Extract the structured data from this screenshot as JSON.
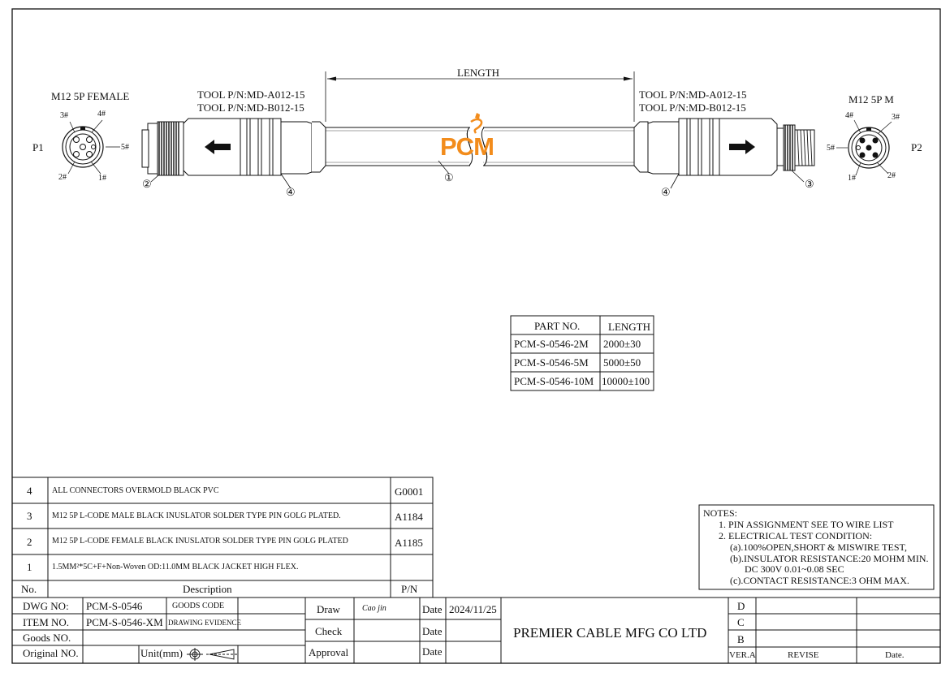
{
  "drawing": {
    "length_label": "LENGTH",
    "left_connector": {
      "name": "M12 5P FEMALE",
      "plug_label": "P1",
      "pins": [
        "3#",
        "4#",
        "5#",
        "2#",
        "1#"
      ],
      "tool_lines": [
        "TOOL P/N:MD-A012-15",
        "TOOL P/N:MD-B012-15"
      ],
      "callouts": [
        "②",
        "④"
      ]
    },
    "right_connector": {
      "name": "M12 5P M",
      "plug_label": "P2",
      "pins": [
        "4#",
        "3#",
        "5#",
        "1#",
        "2#"
      ],
      "tool_lines": [
        "TOOL P/N:MD-A012-15",
        "TOOL P/N:MD-B012-15"
      ],
      "callouts": [
        "④",
        "③"
      ]
    },
    "cable_callout": "①",
    "logo_text": "PCM",
    "logo_color": "#f28c1c"
  },
  "length_table": {
    "headers": [
      "PART NO.",
      "LENGTH"
    ],
    "rows": [
      [
        "PCM-S-0546-2M",
        "2000±30"
      ],
      [
        "PCM-S-0546-5M",
        "5000±50"
      ],
      [
        "PCM-S-0546-10M",
        "10000±100"
      ]
    ]
  },
  "bom": {
    "rows": [
      {
        "no": "4",
        "desc": "ALL CONNECTORS OVERMOLD BLACK PVC",
        "pn": "G0001"
      },
      {
        "no": "3",
        "desc": "M12 5P L-CODE MALE BLACK INUSLATOR SOLDER TYPE PIN GOLG PLATED.",
        "pn": "A1184"
      },
      {
        "no": "2",
        "desc": "M12 5P L-CODE FEMALE BLACK INUSLATOR SOLDER TYPE PIN GOLG  PLATED",
        "pn": "A1185"
      },
      {
        "no": "1",
        "desc": "1.5MM²*5C+F+Non-Woven OD:11.0MM BLACK JACKET HIGH FLEX.",
        "pn": ""
      }
    ],
    "header": {
      "no": "No.",
      "desc": "Description",
      "pn": "P/N"
    }
  },
  "notes": {
    "title": "NOTES:",
    "lines": [
      "1.  PIN ASSIGNMENT SEE TO WIRE LIST",
      "2.  ELECTRICAL TEST CONDITION:",
      "(a).100%OPEN,SHORT & MISWIRE TEST,",
      "(b).INSULATOR RESISTANCE:20 MOHM MIN.",
      "DC 300V 0.01~0.08 SEC",
      "(c).CONTACT RESISTANCE:3 OHM MAX."
    ]
  },
  "title_block": {
    "dwg_no_label": "DWG NO:",
    "dwg_no": "PCM-S-0546",
    "goods_code_label": "GOODS CODE",
    "item_no_label": "ITEM NO.",
    "item_no": "PCM-S-0546-XM",
    "drawing_evidence_label": "DRAWING EVIDENCE",
    "goods_no_label": "Goods NO.",
    "original_no_label": "Original NO.",
    "unit_label": "Unit(mm)",
    "draw_label": "Draw",
    "draw_signature": "Cao jin",
    "check_label": "Check",
    "approval_label": "Approval",
    "date_label": "Date",
    "draw_date": "2024/11/25",
    "company": "PREMIER CABLE MFG CO LTD",
    "rev_letters": [
      "D",
      "C",
      "B"
    ],
    "ver_label": "VER.A",
    "revise_label": "REVISE",
    "date_col_label": "Date."
  }
}
